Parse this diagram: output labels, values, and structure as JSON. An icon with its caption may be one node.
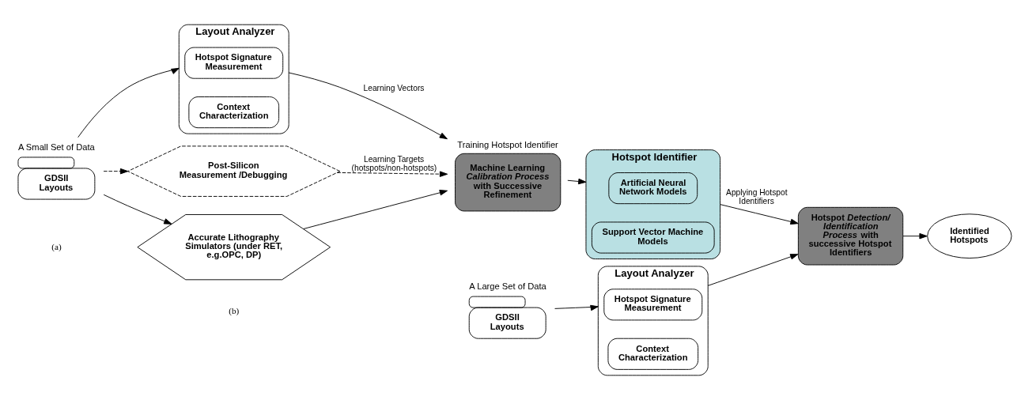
{
  "diagram": {
    "nodes": [
      {
        "text": [
          "GDSII Layouts"
        ],
        "beside": [
          "A Small Set of Data"
        ]
      },
      {
        "text": [
          "Layout Analyzer"
        ]
      },
      {
        "text": [
          "Hotspot Signature Measurement"
        ],
        "in": 1
      },
      {
        "text": [
          "Context Characterization"
        ],
        "in": 1
      },
      {
        "text": [
          "Machine Learning *Calibration Process* with Successive Refinement"
        ],
        "beside": [
          "Training Hotspot Identifier"
        ]
      },
      {
        "text": [
          "Post-Silicon Measurement /Debugging"
        ]
      },
      {
        "text": [
          "Accurate Lithography Simulators (under RET, e.g.OPC, DP)"
        ]
      },
      {
        "text": [
          "Hotspot Identifier"
        ]
      },
      {
        "text": [
          "Artificial Neural Network Models"
        ],
        "in": 7
      },
      {
        "text": [
          "Support Vector Machine Models"
        ],
        "in": 7
      },
      {
        "text": [
          "Hotspot *Detection/ Identification Process* with successive Hotspot Identifiers"
        ]
      },
      {
        "text": [
          "Identified Hotspots"
        ]
      },
      {
        "text": [
          "GDSII Layouts"
        ],
        "beside": [
          "A Large Set of Data"
        ]
      },
      {
        "text": [
          "Layout Analyzer"
        ]
      },
      {
        "text": [
          "Hotspot Signature Measurement"
        ],
        "in": 13
      },
      {
        "text": [
          "Context Characterization"
        ],
        "in": 13
      }
    ],
    "edges": [
      {
        "from": 0,
        "to": 1,
        "arrow": "to"
      },
      {
        "from": 1,
        "to": 4,
        "arrow": "to",
        "label": "Learning Vectors"
      },
      {
        "from": 0,
        "to": 5,
        "arrow": "to",
        "style": "dashed"
      },
      {
        "from": 5,
        "to": 4,
        "arrow": "to",
        "style": "dashed",
        "label": "Learning Targets (hotspots/non-hotspots)"
      },
      {
        "from": 0,
        "to": 6,
        "arrow": "to"
      },
      {
        "from": 6,
        "to": 4,
        "arrow": "to"
      },
      {
        "from": 4,
        "to": 7,
        "arrow": "to"
      },
      {
        "from": 7,
        "to": 10,
        "arrow": "to",
        "label": "Applying Hotspot Identifiers"
      },
      {
        "from": 10,
        "to": 11,
        "arrow": "to"
      },
      {
        "from": 12,
        "to": 13,
        "arrow": "to"
      },
      {
        "from": 13,
        "to": 10,
        "arrow": "to"
      }
    ],
    "labels": [
      "(a)",
      "(b)"
    ]
  }
}
